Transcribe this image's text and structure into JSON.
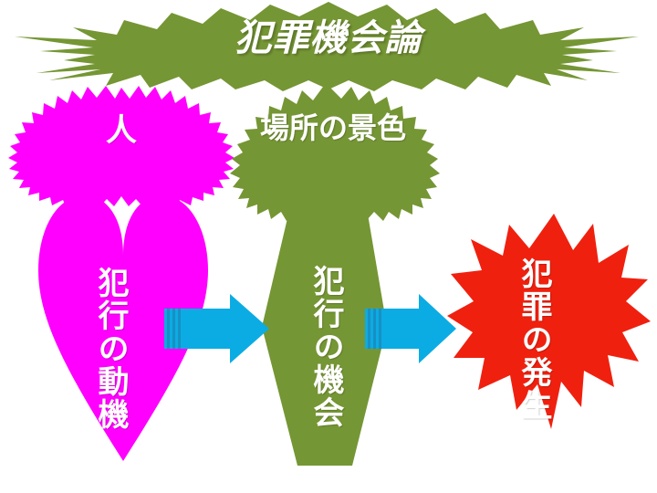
{
  "diagram": {
    "title": "犯罪機会論",
    "background_color": "#ffffff",
    "nodes": [
      {
        "id": "person",
        "label": "人",
        "shape": "starburst-oval",
        "color": "#ff00ff"
      },
      {
        "id": "place",
        "label": "場所の景色",
        "shape": "starburst-oval",
        "color": "#759634"
      },
      {
        "id": "motive",
        "label": "犯行の動機",
        "shape": "heart",
        "color": "#ff00ff"
      },
      {
        "id": "opportunity",
        "label": "犯行の機会",
        "shape": "hexagon",
        "color": "#759634"
      },
      {
        "id": "occurrence",
        "label": "犯罪の発生",
        "shape": "explosion",
        "color": "#f0200f"
      }
    ],
    "connectors": [
      {
        "id": "arrow-motive-to-opportunity",
        "label": "",
        "color": "#0bace3",
        "direction": "right"
      },
      {
        "id": "arrow-opportunity-to-occurrence",
        "label": "",
        "color": "#0bace3",
        "direction": "right"
      }
    ],
    "colors": {
      "magenta": "#ff00ff",
      "olive": "#759634",
      "olive_dark": "#6e8d31",
      "red": "#f0200f",
      "cyan": "#0bace3",
      "cyan_stripe": "#1790c4",
      "white": "#ffffff"
    }
  }
}
